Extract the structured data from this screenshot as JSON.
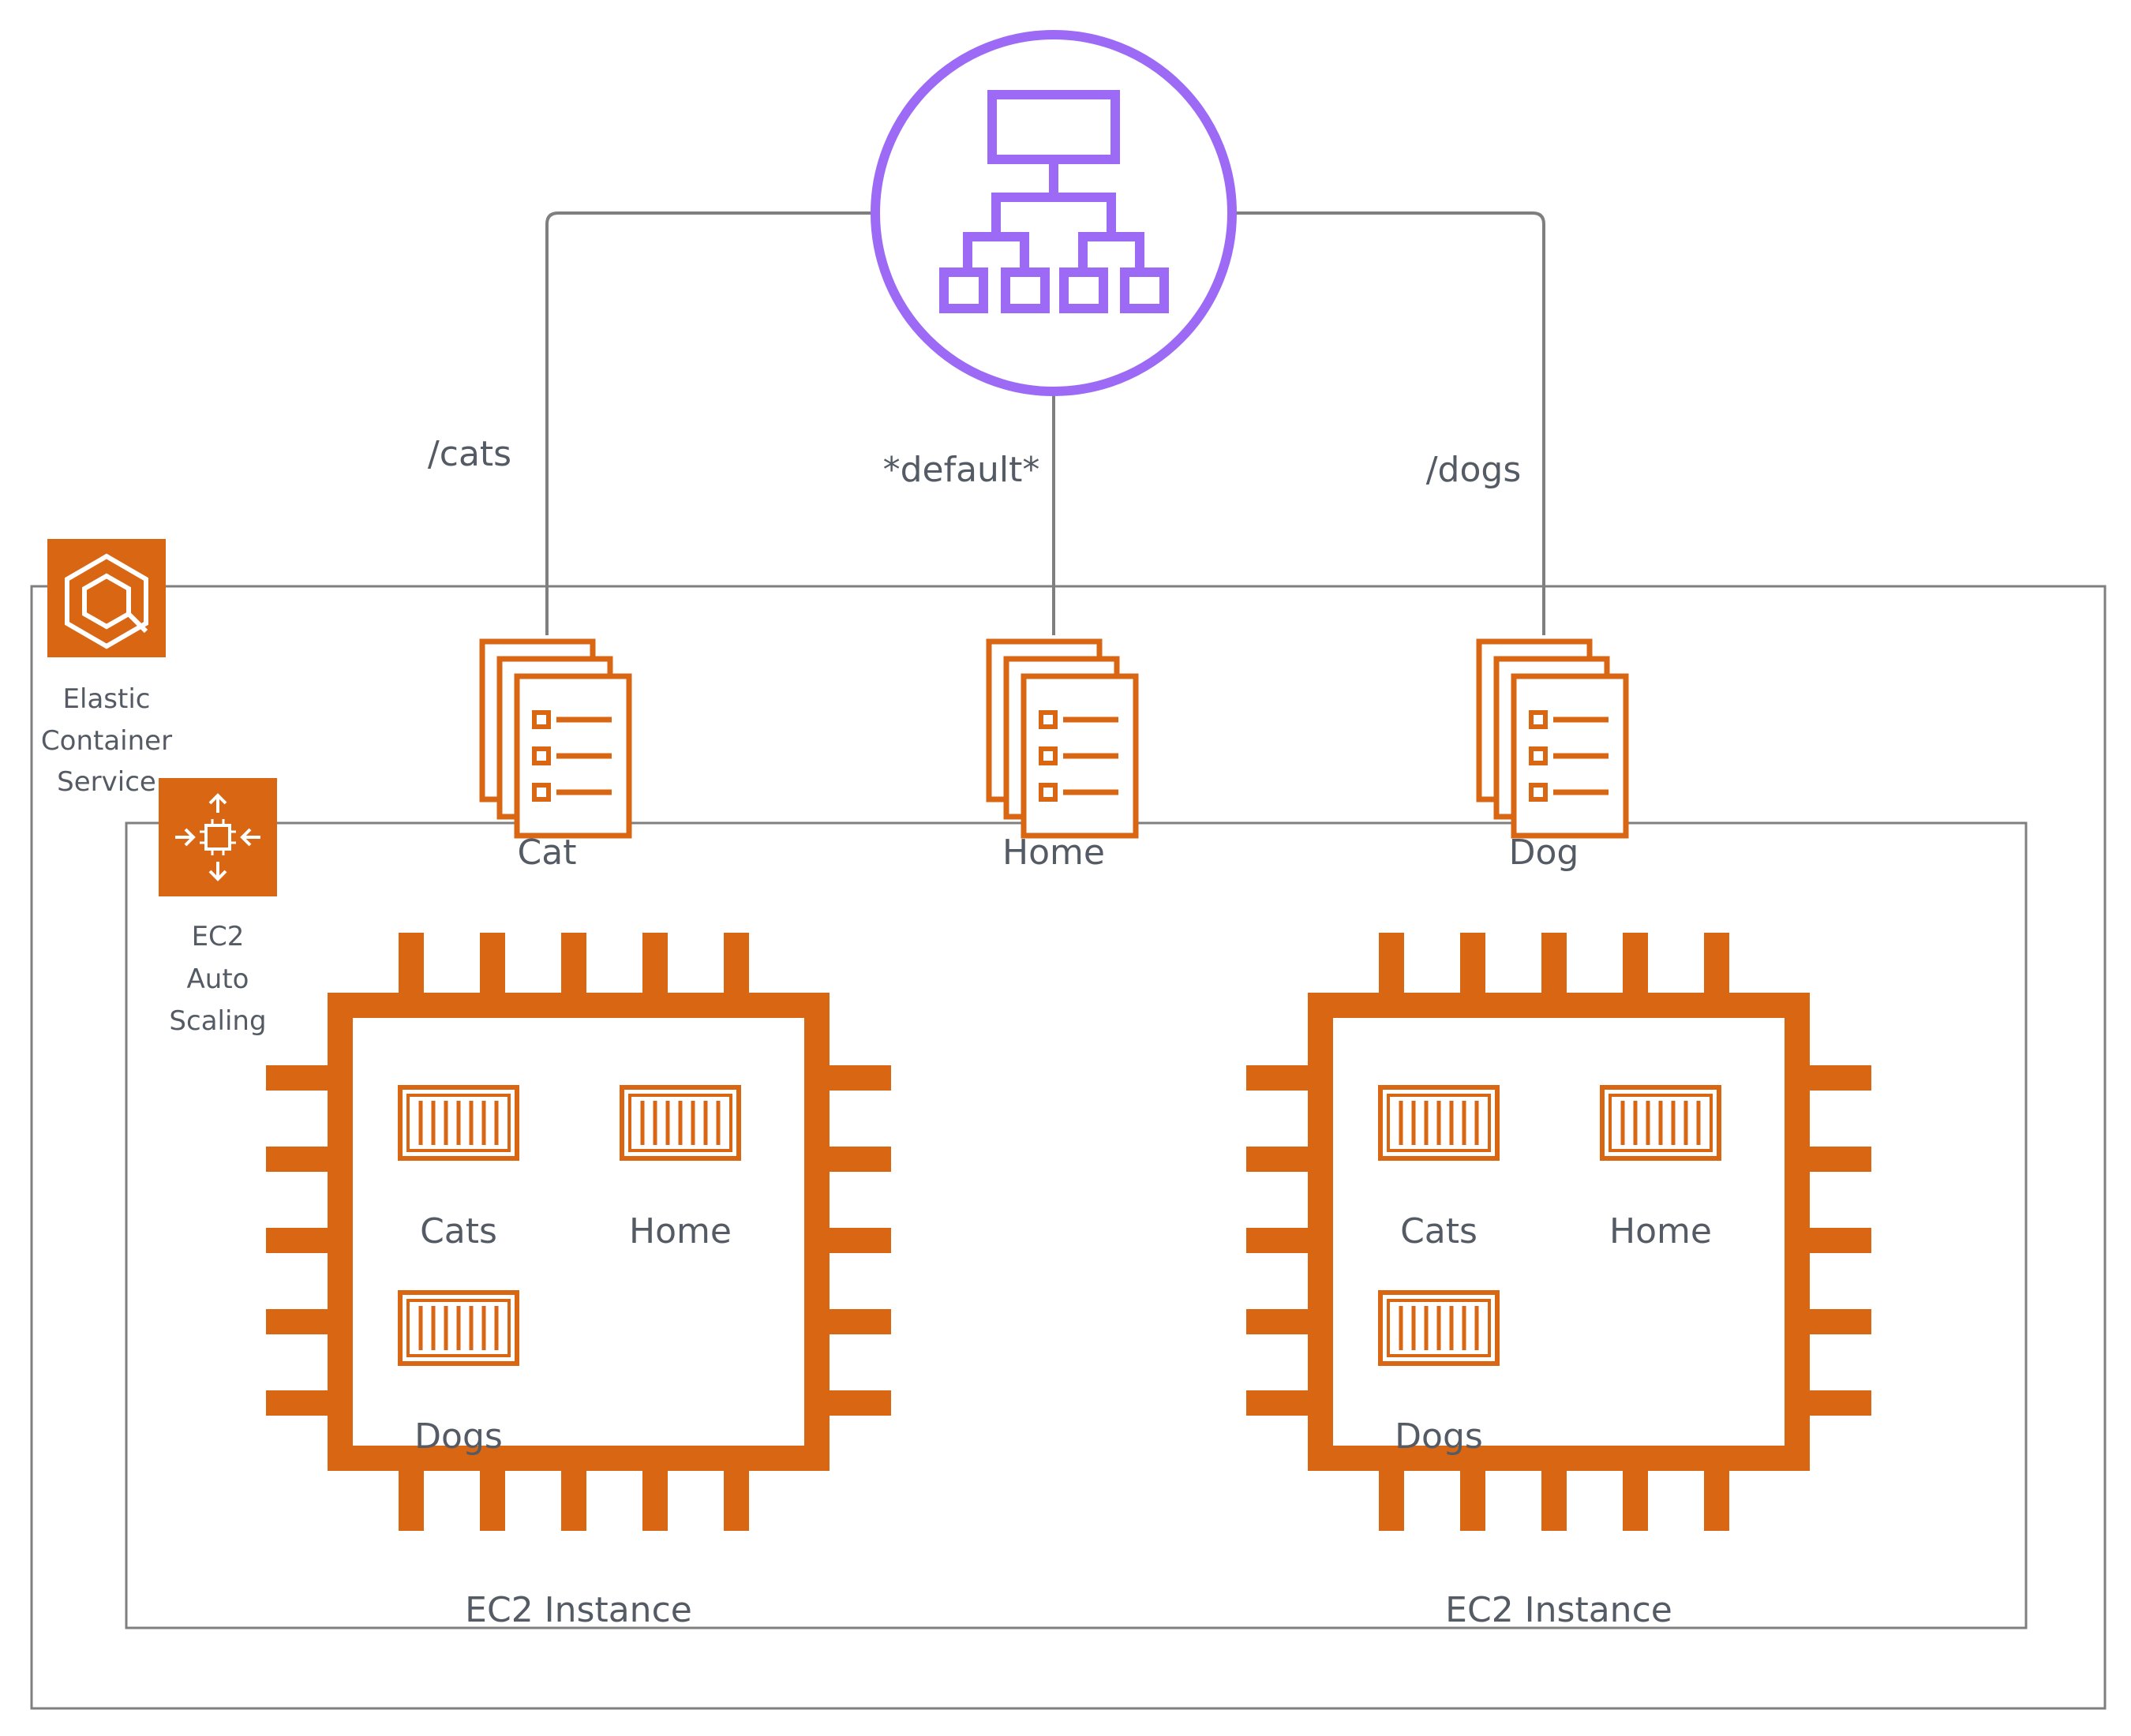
{
  "load_balancer": {
    "icon": "application-load-balancer-icon"
  },
  "routes": [
    {
      "id": "cats",
      "label": "/cats"
    },
    {
      "id": "default",
      "label": "*default*"
    },
    {
      "id": "dogs",
      "label": "/dogs"
    }
  ],
  "ecs": {
    "icon": "elastic-container-service-icon",
    "label_lines": [
      "Elastic",
      "Container",
      "Service"
    ]
  },
  "autoscaling": {
    "icon": "ec2-auto-scaling-icon",
    "label_lines": [
      "EC2",
      "Auto",
      "Scaling"
    ]
  },
  "services": [
    {
      "id": "cat",
      "label": "Cat",
      "icon": "service-task-definition-icon"
    },
    {
      "id": "home",
      "label": "Home",
      "icon": "service-task-definition-icon"
    },
    {
      "id": "dog",
      "label": "Dog",
      "icon": "service-task-definition-icon"
    }
  ],
  "instances": [
    {
      "label": "EC2 Instance",
      "icon": "ec2-instance-chip-icon",
      "containers": [
        {
          "label": "Cats",
          "icon": "container-icon"
        },
        {
          "label": "Home",
          "icon": "container-icon"
        },
        {
          "label": "Dogs",
          "icon": "container-icon"
        }
      ]
    },
    {
      "label": "EC2 Instance",
      "icon": "ec2-instance-chip-icon",
      "containers": [
        {
          "label": "Cats",
          "icon": "container-icon"
        },
        {
          "label": "Home",
          "icon": "container-icon"
        },
        {
          "label": "Dogs",
          "icon": "container-icon"
        }
      ]
    }
  ],
  "colors": {
    "orange": "#D86613",
    "purple": "#9D6AF5",
    "line": "#7F7F7F",
    "text": "#545B64"
  }
}
